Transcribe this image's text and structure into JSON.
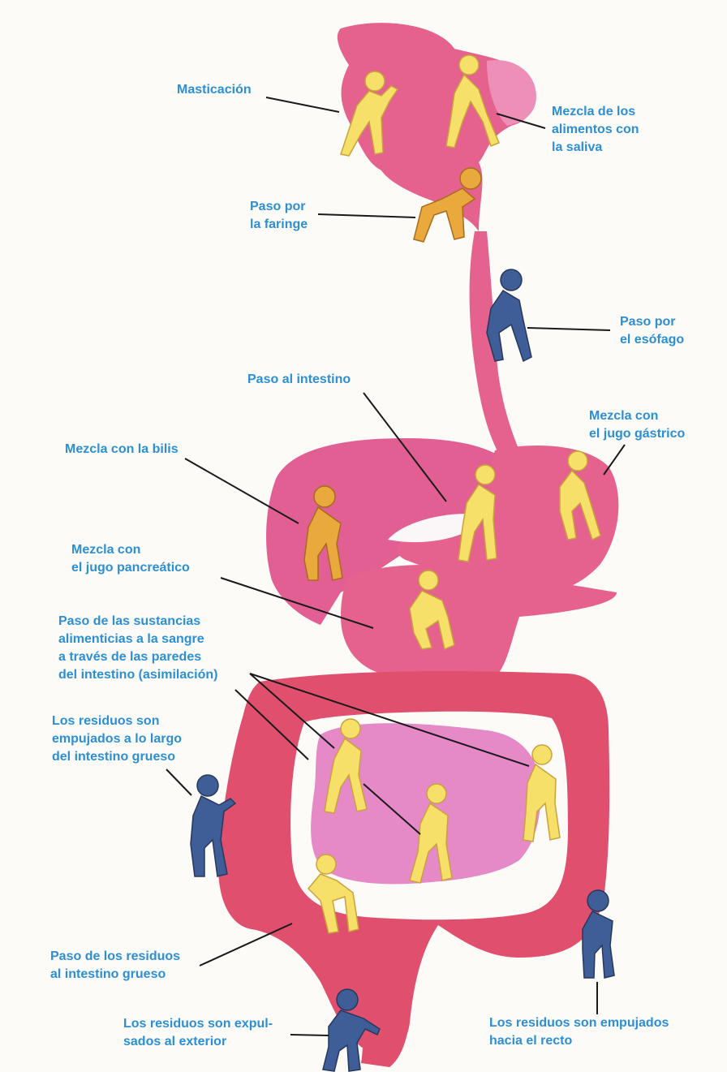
{
  "labels": {
    "masticacion": "Masticación",
    "mezcla_saliva": "Mezcla de los\nalimentos con\nla saliva",
    "faringe": "Paso por\nla faringe",
    "esofago": "Paso por\nel esófago",
    "intestino": "Paso al intestino",
    "jugo_gastrico": "Mezcla con\nel jugo gástrico",
    "bilis": "Mezcla con la bilis",
    "jugo_pancreatico": "Mezcla con\nel jugo pancreático",
    "asimilacion": "Paso de las sustancias\nalimenticias a la sangre\na través de las paredes\ndel intestino (asimilación)",
    "intestino_grueso_empuje": "Los residuos son\nempujados a lo largo\ndel intestino grueso",
    "paso_intestino_grueso": "Paso de los residuos\nal intestino grueso",
    "expulsados": "Los residuos son expul-\nsados al exterior",
    "recto": "Los residuos son empujados\nhacia el recto"
  },
  "colors": {
    "organ": "#e5628f",
    "organ_light": "#ee8fb7",
    "colon": "#e0506e",
    "small_intestine": "#e58ac6",
    "label_text": "#2d8fd3"
  }
}
